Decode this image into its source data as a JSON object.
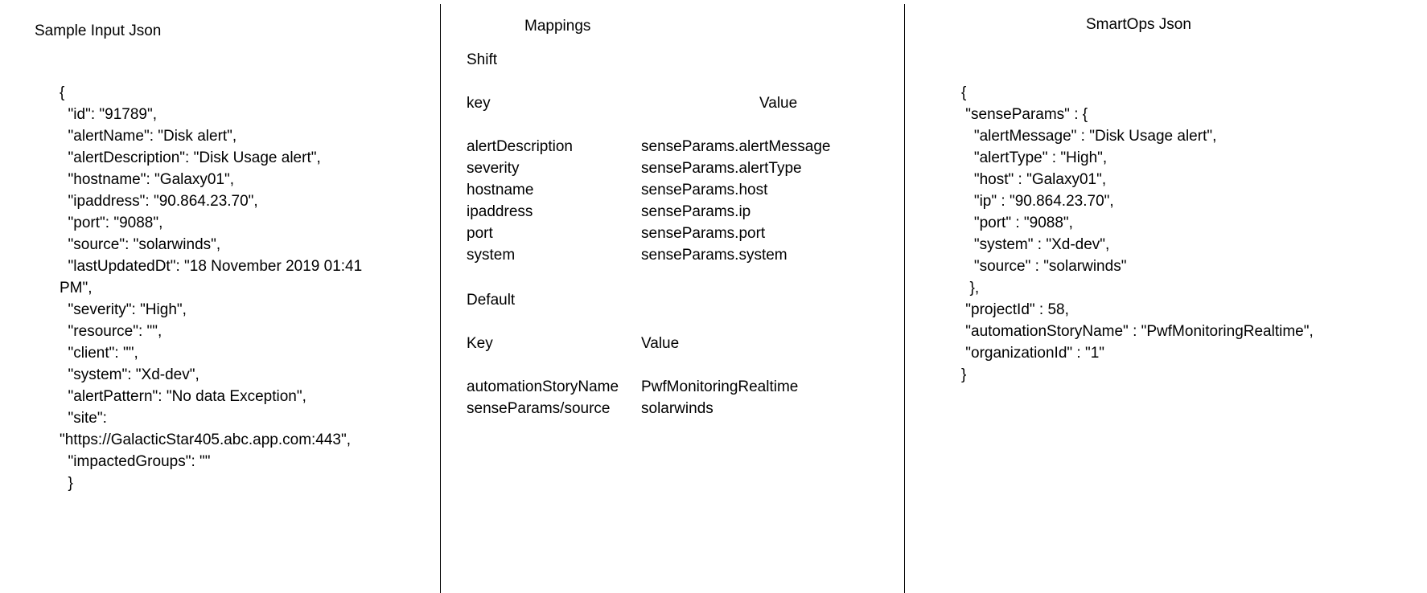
{
  "input_panel": {
    "title": "Sample Input Json",
    "json_lines": [
      "{",
      "  \"id\": \"91789\",",
      "  \"alertName\": \"Disk alert\",",
      "  \"alertDescription\": \"Disk Usage alert\",",
      "  \"hostname\": \"Galaxy01\",",
      "  \"ipaddress\": \"90.864.23.70\",",
      "  \"port\": \"9088\",",
      "  \"source\": \"solarwinds\",",
      "  \"lastUpdatedDt\": \"18 November 2019 01:41",
      "PM\",",
      "  \"severity\": \"High\",",
      "  \"resource\": \"\",",
      "  \"client\": \"\",",
      "  \"system\": \"Xd-dev\",",
      "  \"alertPattern\": \"No data Exception\",",
      "  \"site\":",
      "\"https://GalacticStar405.abc.app.com:443\",",
      "  \"impactedGroups\": \"\"",
      "  }"
    ]
  },
  "mappings_panel": {
    "title": "Mappings",
    "shift_label": "Shift",
    "shift_key_header": "key",
    "shift_value_header": "Value",
    "shift_rows": [
      {
        "key": "alertDescription",
        "value": "senseParams.alertMessage"
      },
      {
        "key": "severity",
        "value": "senseParams.alertType"
      },
      {
        "key": "hostname",
        "value": "senseParams.host"
      },
      {
        "key": "ipaddress",
        "value": "senseParams.ip"
      },
      {
        "key": "port",
        "value": "senseParams.port"
      },
      {
        "key": "system",
        "value": "senseParams.system"
      }
    ],
    "default_label": "Default",
    "default_key_header": "Key",
    "default_value_header": "Value",
    "default_rows": [
      {
        "key": "automationStoryName",
        "value": "PwfMonitoringRealtime"
      },
      {
        "key": " senseParams/source",
        "value": "solarwinds"
      }
    ]
  },
  "output_panel": {
    "title": "SmartOps Json",
    "json_lines": [
      "{",
      " \"senseParams\" : {",
      "   \"alertMessage\" : \"Disk Usage alert\",",
      "   \"alertType\" : \"High\",",
      "   \"host\" : \"Galaxy01\",",
      "   \"ip\" : \"90.864.23.70\",",
      "   \"port\" : \"9088\",",
      "   \"system\" : \"Xd-dev\",",
      "   \"source\" : \"solarwinds\"",
      "  },",
      " \"projectId\" : 58,",
      " \"automationStoryName\" : \"PwfMonitoringRealtime\",",
      " \"organizationId\" : \"1\"",
      "}"
    ]
  }
}
